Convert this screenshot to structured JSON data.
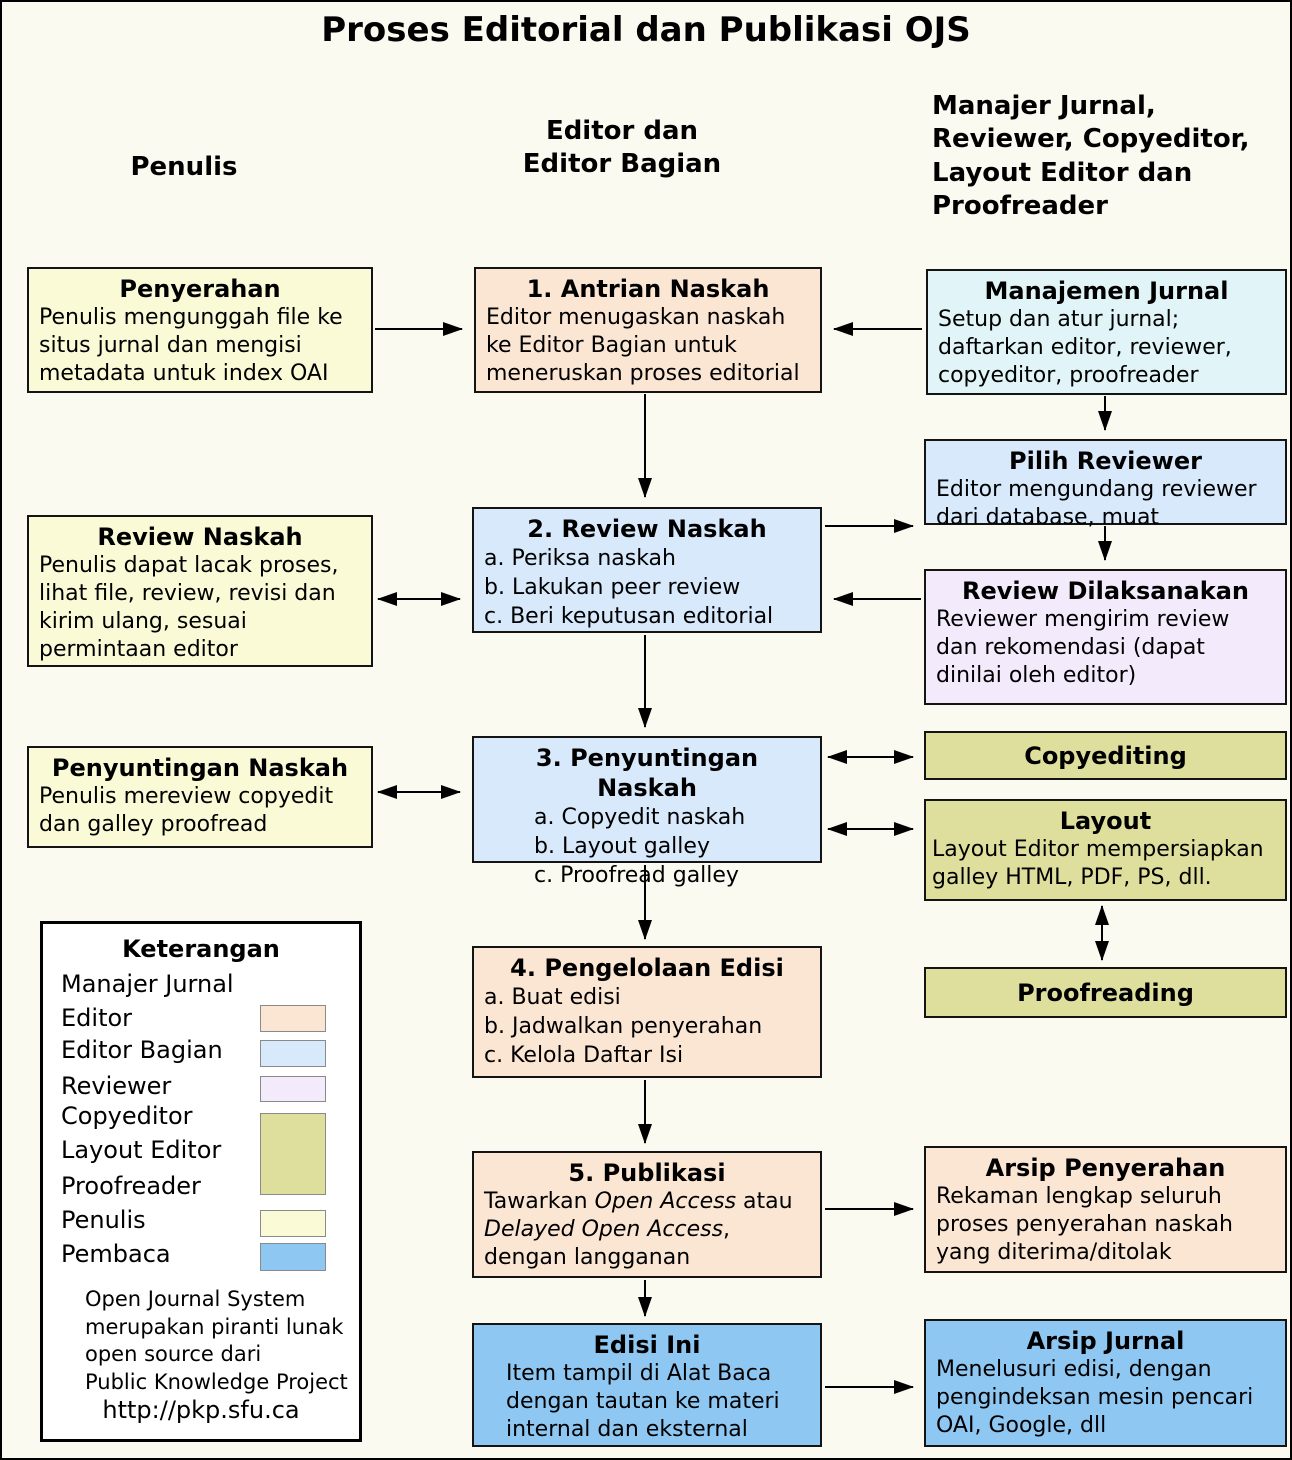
{
  "title": "Proses Editorial dan Publikasi OJS",
  "headers": {
    "penulis": "Penulis",
    "editor": "Editor dan\nEditor Bagian",
    "manajer": "Manajer Jurnal,\nReviewer, Copyeditor,\nLayout Editor dan\nProofreader"
  },
  "palette": {
    "penulis": "#fafad6",
    "editor": "#fbe5d3",
    "editor_bagian": "#d7e9fb",
    "reviewer": "#f3eafb",
    "copyeditor_group": "#dfdf9d",
    "pembaca": "#8ec7f2",
    "manajer_jurnal": "#e1f5f8"
  },
  "boxes": {
    "penyerahan": {
      "title": "Penyerahan",
      "body": "Penulis mengunggah file ke situs jurnal dan mengisi metadata untuk index OAI"
    },
    "antrian": {
      "title": "1. Antrian Naskah",
      "body": "Editor menugaskan naskah ke Editor Bagian untuk meneruskan proses editorial"
    },
    "manajemen_jurnal": {
      "title": "Manajemen Jurnal",
      "body": "Setup dan atur jurnal; daftarkan editor, reviewer, copyeditor, proofreader"
    },
    "pilih_reviewer": {
      "title": "Pilih Reviewer",
      "body": "Editor mengundang reviewer dari database, muat"
    },
    "review_naskah_penulis": {
      "title": "Review Naskah",
      "body": "Penulis dapat lacak proses, lihat file, review, revisi dan kirim ulang, sesuai permintaan editor"
    },
    "review_naskah": {
      "title": "2. Review Naskah",
      "items": [
        "a. Periksa naskah",
        "b. Lakukan peer review",
        "c. Beri keputusan editorial"
      ]
    },
    "review_dilaksanakan": {
      "title": "Review Dilaksanakan",
      "body": "Reviewer mengirim review dan rekomendasi (dapat dinilai oleh editor)"
    },
    "penyuntingan_penulis": {
      "title": "Penyuntingan Naskah",
      "body": "Penulis mereview copyedit dan galley proofread"
    },
    "penyuntingan_naskah": {
      "title": "3. Penyuntingan Naskah",
      "items": [
        "a. Copyedit naskah",
        "b. Layout galley",
        "c. Proofread galley"
      ]
    },
    "copyediting": {
      "title": "Copyediting"
    },
    "layout": {
      "title": "Layout",
      "body": "Layout Editor mempersiapkan galley HTML, PDF, PS, dll."
    },
    "proofreading": {
      "title": "Proofreading"
    },
    "pengelolaan_edisi": {
      "title": "4. Pengelolaan Edisi",
      "items": [
        "a. Buat edisi",
        "b. Jadwalkan penyerahan",
        "c. Kelola Daftar Isi"
      ]
    },
    "publikasi": {
      "title": "5. Publikasi",
      "parts": [
        {
          "t": "Tawarkan "
        },
        {
          "t": "Open Access"
        },
        {
          "t": " atau "
        },
        {
          "t": "Delayed Open Access"
        },
        {
          "t": ", dengan langganan"
        }
      ]
    },
    "arsip_penyerahan": {
      "title": "Arsip Penyerahan",
      "body": "Rekaman lengkap seluruh proses penyerahan naskah yang diterima/ditolak"
    },
    "edisi_ini": {
      "title": "Edisi Ini",
      "body": "Item tampil di Alat Baca dengan tautan ke materi internal dan eksternal"
    },
    "arsip_jurnal": {
      "title": "Arsip Jurnal",
      "body": "Menelusuri edisi, dengan pengindeksan mesin pencari OAI, Google, dll"
    }
  },
  "legend": {
    "title": "Keterangan",
    "labels": {
      "manajer_jurnal": "Manajer Jurnal",
      "editor": "Editor",
      "editor_bagian": "Editor Bagian",
      "reviewer": "Reviewer",
      "copyeditor": "Copyeditor",
      "layout_editor": "Layout Editor",
      "proofreader": "Proofreader",
      "penulis": "Penulis",
      "pembaca": "Pembaca"
    },
    "note": "Open Journal System\nmerupakan piranti lunak\nopen source dari\nPublic Knowledge Project",
    "url": "http://pkp.sfu.ca"
  }
}
